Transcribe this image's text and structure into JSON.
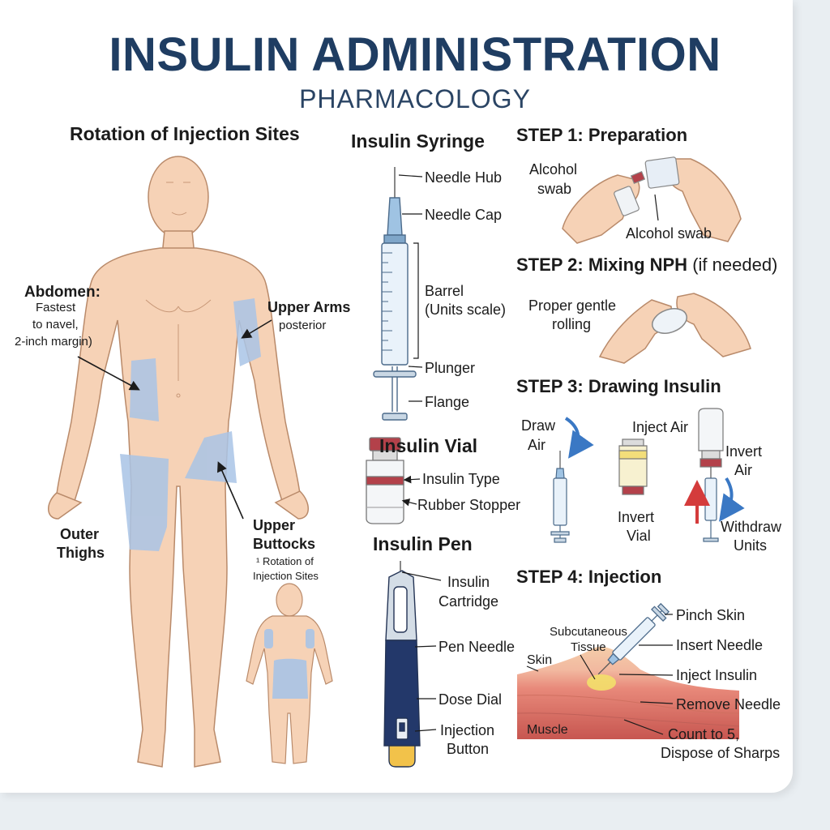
{
  "title": "INSULIN ADMINISTRATION",
  "subtitle": "PHARMACOLOGY",
  "rotation": {
    "heading": "Rotation of Injection Sites",
    "abdomen": {
      "name": "Abdomen:",
      "line1": "Fastest",
      "line2": "to navel,",
      "line3": "2-inch margin)"
    },
    "upper_arms": {
      "name": "Upper Arms",
      "detail": "posterior"
    },
    "outer_thighs": {
      "line1": "Outer",
      "line2": "Thighs"
    },
    "upper_buttocks": {
      "line1": "Upper",
      "line2": "Buttocks"
    },
    "back_note": {
      "line1": "¹ Rotation of",
      "line2": "Injection Sites"
    }
  },
  "syringe": {
    "heading": "Insulin Syringe",
    "labels": {
      "hub": "Needle Hub",
      "cap": "Needle Cap",
      "barrel1": "Barrel",
      "barrel2": "(Units scale)",
      "plunger": "Plunger",
      "flange": "Flange"
    }
  },
  "vial": {
    "heading": "Insulin Vial",
    "labels": {
      "type": "Insulin Type",
      "stopper": "Rubber Stopper"
    }
  },
  "pen": {
    "heading": "Insulin Pen",
    "labels": {
      "cart1": "Insulin",
      "cart2": "Cartridge",
      "needle": "Pen Needle",
      "dial": "Dose Dial",
      "btn1": "Injection",
      "btn2": "Button"
    }
  },
  "step1": {
    "heading": "STEP 1: Preparation",
    "swab_a1": "Alcohol",
    "swab_a2": "swab",
    "swab_b": "Alcohol swab"
  },
  "step2": {
    "heading_bold": "STEP 2: Mixing NPH",
    "heading_rest": "(if needed)",
    "note1": "Proper gentle",
    "note2": "rolling"
  },
  "step3": {
    "heading": "STEP 3: Drawing Insulin",
    "draw1": "Draw",
    "draw2": "Air",
    "inject_air": "Inject Air",
    "vial1": "Invert",
    "vial2": "Vial",
    "invair1": "Invert",
    "invair2": "Air",
    "withdraw1": "Withdraw",
    "withdraw2": "Units"
  },
  "step4": {
    "heading": "STEP 4: Injection",
    "subq1": "Subcutaneous",
    "subq2": "Tissue",
    "skin": "Skin",
    "muscle": "Muscle",
    "pinch": "Pinch Skin",
    "insert": "Insert Needle",
    "inject": "Inject Insulin",
    "remove": "Remove Needle",
    "count": "Count to 5,",
    "dispose": "Dispose of Sharps"
  },
  "colors": {
    "title": "#1f3d62",
    "skin": "#f6d2b6",
    "site": "#a9c4e6",
    "pen_body": "#23386a",
    "arrow_blue": "#3a78c4",
    "arrow_red": "#d43b3b"
  }
}
